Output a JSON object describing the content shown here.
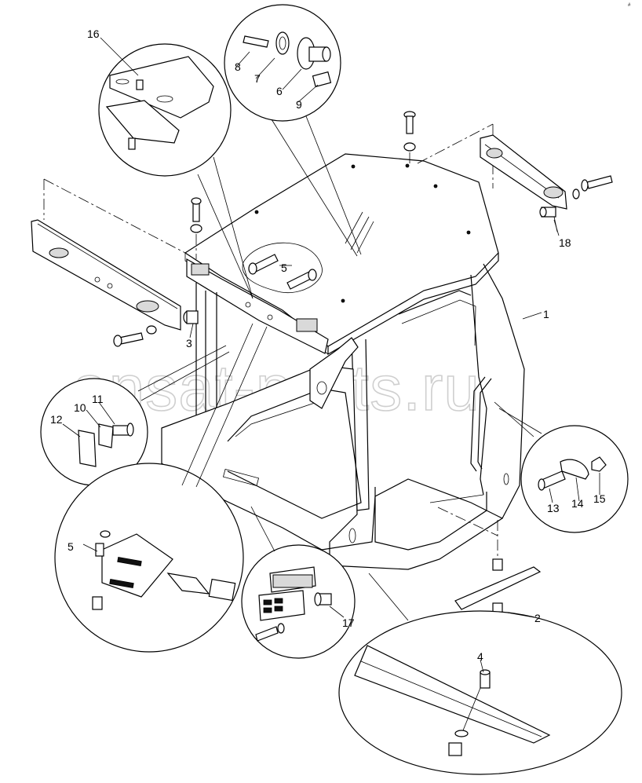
{
  "watermark": "ansat-parts.ru",
  "corner_mark": "#",
  "callouts": {
    "c1": "1",
    "c2": "2",
    "c3": "3",
    "c4": "4",
    "c5a": "5",
    "c5b": "5",
    "c6": "6",
    "c7": "7",
    "c8": "8",
    "c9": "9",
    "c10": "10",
    "c11": "11",
    "c12": "12",
    "c13": "13",
    "c14": "14",
    "c15": "15",
    "c16": "16",
    "c17": "17",
    "c18": "18"
  }
}
